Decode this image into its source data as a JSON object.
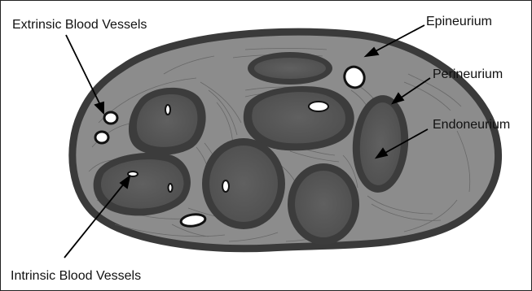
{
  "labels": {
    "extrinsic": "Extrinsic Blood Vessels",
    "epineurium": "Epineurium",
    "perineurium": "Perineurium",
    "endoneurium": "Endoneurium",
    "intrinsic": "Intrinsic Blood Vessels"
  },
  "colors": {
    "outer_ring": "#3a3a3a",
    "nerve_fill": "#8c8c8c",
    "fascicle_ring": "#3c3c3c",
    "fascicle_core": "#5a5a5a",
    "vessel_fill": "#ffffff"
  }
}
